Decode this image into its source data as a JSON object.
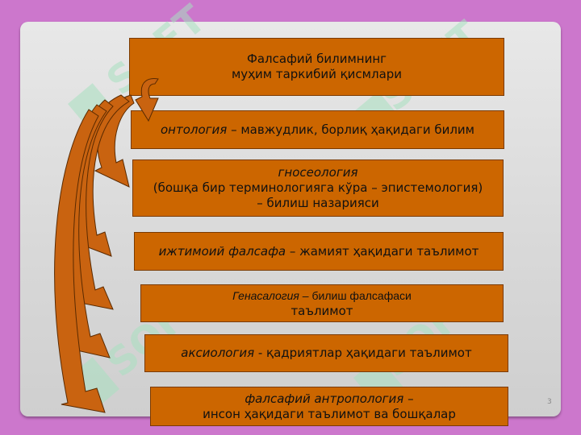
{
  "colors": {
    "box_fill": "#cc6600",
    "arrow_fill": "#c96310",
    "background": "#cc77cc",
    "slide": "#dcdcdc"
  },
  "watermark_text": "SOFT",
  "title_box": {
    "line1": "Фалсафий билимнинг",
    "line2": "муҳим таркибий қисмлари"
  },
  "items": [
    {
      "term": "онтология",
      "rest": " – мавжудлик, борлиқ ҳақидаги билим"
    },
    {
      "term": "гносеология",
      "line2": "(бошқа бир терминологияга кўра – эпистемология)",
      "line3": "– билиш назарияси"
    },
    {
      "term": "ижтимоий фалсафа",
      "rest": " – жамият ҳақидаги таълимот"
    },
    {
      "term": "Генасалогия",
      "rest": " – билиш фалсафаси",
      "line2": "таълимот"
    },
    {
      "term": "аксиология",
      "rest": " - қадриятлар ҳақидаги таълимот"
    },
    {
      "term": "фалсафий антропология",
      "rest": " –",
      "line2": "инсон ҳақидаги таълимот ва бошқалар"
    }
  ],
  "page_number": "3"
}
